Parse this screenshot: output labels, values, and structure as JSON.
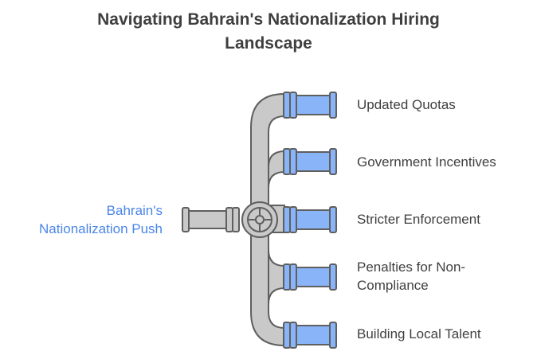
{
  "title": {
    "line1": "Navigating Bahrain's Nationalization Hiring",
    "line2": "Landscape"
  },
  "source": {
    "line1": "Bahrain's",
    "line2": "Nationalization Push"
  },
  "branches": [
    {
      "line1": "Updated Quotas"
    },
    {
      "line1": "Government Incentives"
    },
    {
      "line1": "Stricter Enforcement"
    },
    {
      "line1": "Penalties for Non-",
      "line2": "Compliance"
    },
    {
      "line1": "Building Local Talent"
    }
  ],
  "colors": {
    "pipe_gray": "#c9c9c9",
    "pipe_outline": "#5f5f5f",
    "pipe_blue": "#8ab4f8",
    "source_text": "#4a86e8",
    "text": "#3f3f3f"
  }
}
